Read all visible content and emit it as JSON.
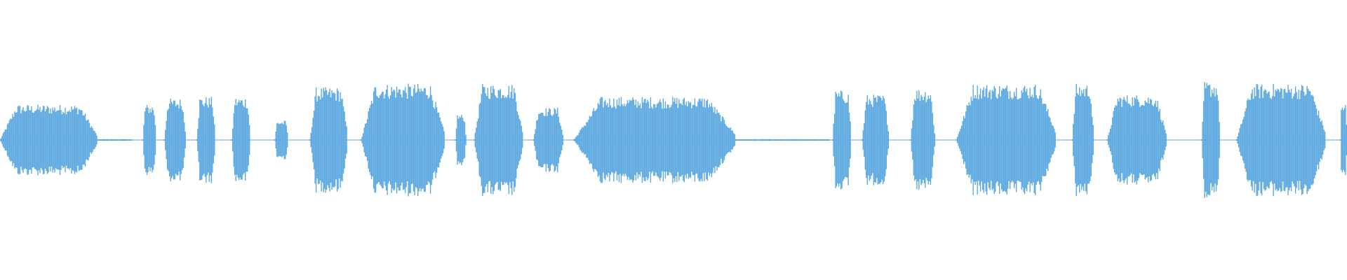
{
  "waveform": {
    "color": "#5da9e0",
    "background": "#ffffff",
    "segments": [
      {
        "start": 0.0,
        "end": 0.072,
        "level": 0.82
      },
      {
        "start": 0.072,
        "end": 0.098,
        "level": 0.02
      },
      {
        "start": 0.106,
        "end": 0.116,
        "level": 0.82
      },
      {
        "start": 0.122,
        "end": 0.138,
        "level": 0.96
      },
      {
        "start": 0.146,
        "end": 0.16,
        "level": 1.0
      },
      {
        "start": 0.172,
        "end": 0.186,
        "level": 1.0
      },
      {
        "start": 0.204,
        "end": 0.214,
        "level": 0.45
      },
      {
        "start": 0.23,
        "end": 0.258,
        "level": 1.22
      },
      {
        "start": 0.268,
        "end": 0.33,
        "level": 1.3
      },
      {
        "start": 0.338,
        "end": 0.346,
        "level": 0.6
      },
      {
        "start": 0.352,
        "end": 0.388,
        "level": 1.3
      },
      {
        "start": 0.396,
        "end": 0.418,
        "level": 0.75
      },
      {
        "start": 0.426,
        "end": 0.546,
        "level": 1.0
      },
      {
        "start": 0.546,
        "end": 0.616,
        "level": 0.02
      },
      {
        "start": 0.618,
        "end": 0.632,
        "level": 1.15
      },
      {
        "start": 0.64,
        "end": 0.66,
        "level": 1.05
      },
      {
        "start": 0.676,
        "end": 0.694,
        "level": 1.2
      },
      {
        "start": 0.71,
        "end": 0.784,
        "level": 1.3
      },
      {
        "start": 0.796,
        "end": 0.812,
        "level": 1.3
      },
      {
        "start": 0.822,
        "end": 0.866,
        "level": 1.05
      },
      {
        "start": 0.892,
        "end": 0.906,
        "level": 1.35
      },
      {
        "start": 0.918,
        "end": 0.984,
        "level": 1.3
      },
      {
        "start": 0.995,
        "end": 1.0,
        "level": 0.85
      }
    ]
  }
}
